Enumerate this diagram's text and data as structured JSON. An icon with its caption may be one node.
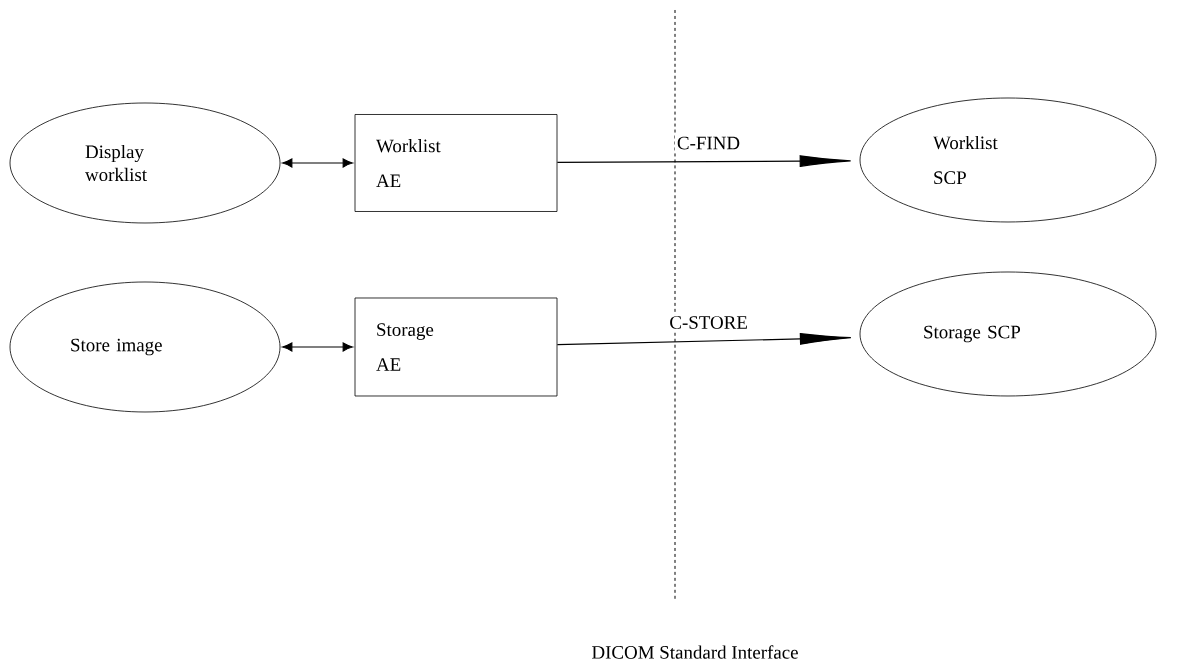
{
  "diagram": {
    "nodes": [
      {
        "text": [
          "Display worklist"
        ]
      },
      {
        "text": [
          "Worklist",
          "AE"
        ]
      },
      {
        "text": [
          "Worklist",
          "SCP"
        ]
      },
      {
        "text": [
          "Store image"
        ]
      },
      {
        "text": [
          "Storage",
          "AE"
        ]
      },
      {
        "text": [
          "Storage SCP"
        ]
      }
    ],
    "edges": [
      {
        "from": 0,
        "to": 1,
        "arrow": "both"
      },
      {
        "from": 1,
        "to": 2,
        "arrow": "to",
        "label": "C-FIND"
      },
      {
        "from": 3,
        "to": 4,
        "arrow": "both"
      },
      {
        "from": 4,
        "to": 5,
        "arrow": "to",
        "label": "C-STORE"
      }
    ],
    "labels": [
      "DICOM Standard Interface"
    ]
  }
}
